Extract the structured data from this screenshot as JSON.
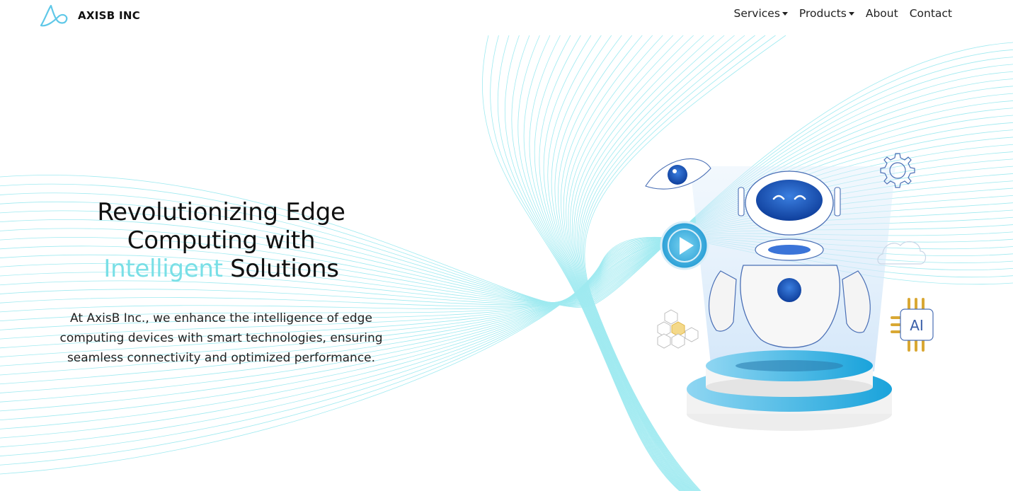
{
  "header": {
    "brand": "AXISB INC",
    "logo_icon": "axisb-logo-icon",
    "nav": [
      {
        "label": "Services",
        "dropdown": true
      },
      {
        "label": "Products",
        "dropdown": true
      },
      {
        "label": "About",
        "dropdown": false
      },
      {
        "label": "Contact",
        "dropdown": false
      }
    ]
  },
  "hero": {
    "title_line1": "Revolutionizing Edge",
    "title_line2": "Computing with",
    "title_accent": "Intelligent",
    "title_tail": " Solutions",
    "description": "At AxisB Inc., we enhance the intelligence of edge computing devices with smart technologies, ensuring seamless connectivity and optimized performance."
  },
  "illustration": {
    "ai_chip_label": "AI",
    "icons": [
      "eye-icon",
      "play-icon",
      "gear-icon",
      "cloud-icon",
      "hexagon-cluster-icon",
      "ai-chip-icon",
      "robot-icon",
      "platform-icon"
    ]
  },
  "colors": {
    "accent": "#79dfe6",
    "wave": "#7fe3ec",
    "robot_blue": "#1f5fc4",
    "platform_blue": "#25a8e0"
  }
}
